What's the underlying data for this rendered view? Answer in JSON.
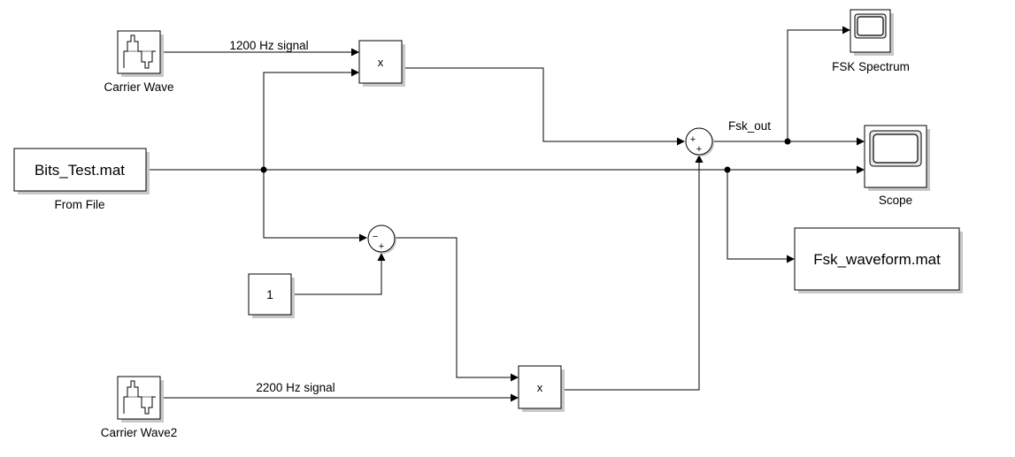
{
  "blocks": {
    "carrier_wave": {
      "label": "Carrier Wave"
    },
    "carrier_wave2": {
      "label": "Carrier Wave2"
    },
    "from_file": {
      "text": "Bits_Test.mat",
      "label": "From File"
    },
    "constant": {
      "text": "1"
    },
    "product1": {
      "text": "x"
    },
    "product2": {
      "text": "x"
    },
    "sum_top": {
      "signs": [
        "+",
        "+"
      ]
    },
    "sum_bottom": {
      "signs": [
        "−",
        "+"
      ]
    },
    "fsk_spectrum": {
      "label": "FSK Spectrum"
    },
    "scope": {
      "label": "Scope"
    },
    "to_file": {
      "text": "Fsk_waveform.mat"
    }
  },
  "signals": {
    "sig1200": "1200 Hz signal",
    "sig2200": "2200 Hz signal",
    "fsk_out": "Fsk_out"
  }
}
